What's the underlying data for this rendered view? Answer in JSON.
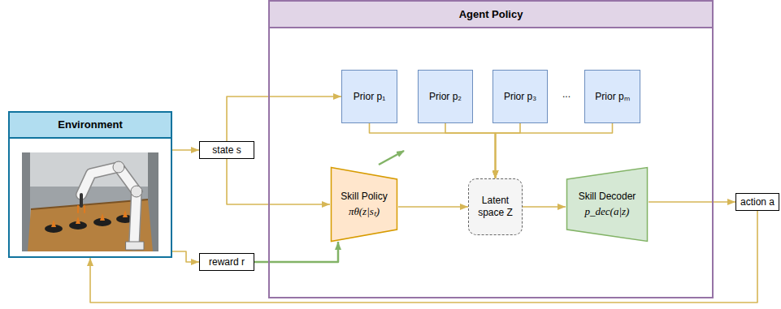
{
  "diagram": {
    "nodes": [
      {
        "text": [
          "Agent Policy"
        ]
      },
      {
        "text": [
          "Prior p₁"
        ],
        "in": 0
      },
      {
        "text": [
          "Prior p₂"
        ],
        "in": 0
      },
      {
        "text": [
          "Prior p₃"
        ],
        "in": 0
      },
      {
        "text": [
          "Prior pₘ"
        ],
        "in": 0
      },
      {
        "text": [
          "Environment"
        ]
      },
      {
        "text": [
          "state s"
        ]
      },
      {
        "text": [
          "Skill Policy",
          "πθ(z|sₜ)"
        ],
        "in": 0
      },
      {
        "text": [
          "Latent space Z"
        ],
        "in": 0
      },
      {
        "text": [
          "Skill Decoder",
          "p_dec(a|z)"
        ],
        "in": 0
      },
      {
        "text": [
          "action a"
        ]
      },
      {
        "text": [
          "reward r"
        ]
      }
    ],
    "edges": [
      {
        "from": 5,
        "to": 6,
        "arrow": "to"
      },
      {
        "from": 5,
        "to": 11,
        "arrow": "to"
      },
      {
        "from": 6,
        "to": 1,
        "arrow": "to"
      },
      {
        "from": 6,
        "to": 7,
        "arrow": "to"
      },
      {
        "from": 11,
        "to": 7,
        "arrow": "to"
      },
      {
        "from": 7,
        "to": 8,
        "arrow": "to"
      },
      {
        "from": 1,
        "to": 8,
        "arrow": "to"
      },
      {
        "from": 2,
        "to": 8,
        "arrow": "to"
      },
      {
        "from": 3,
        "to": 8,
        "arrow": "to"
      },
      {
        "from": 4,
        "to": 8,
        "arrow": "to"
      },
      {
        "from": 8,
        "to": 9,
        "arrow": "to"
      },
      {
        "from": 9,
        "to": 10,
        "arrow": "to"
      },
      {
        "from": 10,
        "to": 5,
        "arrow": "to"
      }
    ],
    "labels": [
      "..."
    ]
  }
}
